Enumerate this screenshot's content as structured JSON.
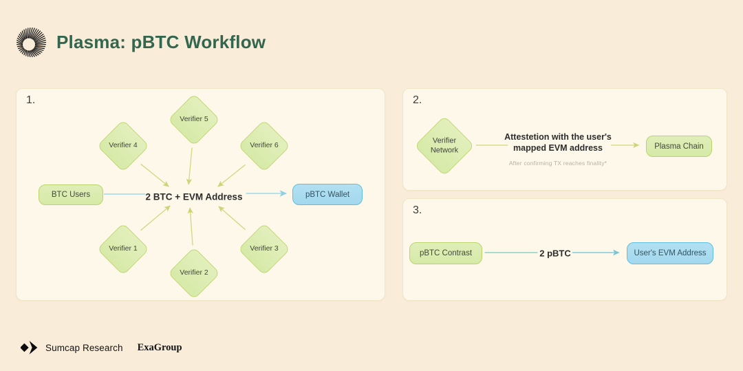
{
  "header": {
    "title": "Plasma: pBTC Workflow"
  },
  "panel1": {
    "label": "1.",
    "verifiers": [
      "Verifier 1",
      "Verifier 2",
      "Verifier 3",
      "Verifier 4",
      "Verifier 5",
      "Verifier 6"
    ],
    "btc_users": "BTC Users",
    "center_label": "2 BTC + EVM Address",
    "pbtc_wallet": "pBTC Wallet"
  },
  "panel2": {
    "label": "2.",
    "verifier_network": "Verifier Network",
    "attestation_title": "Attestetion with the user's mapped EVM address",
    "attestation_note": "After confirming TX reaches finality*",
    "plasma_chain": "Plasma Chain"
  },
  "panel3": {
    "label": "3.",
    "pbtc_contrast": "pBTC Contrast",
    "amount": "2 pBTC",
    "users_evm_address": "User's EVM Address"
  },
  "footer": {
    "brand": "Sumcap Research",
    "partner": "ExaGroup"
  },
  "colors": {
    "page_bg": "#f9ecd9",
    "panel_bg": "#fdf8e9",
    "title_green": "#33664e",
    "node_green_fill": "#d9ecab",
    "node_green_border": "#b9d46d",
    "node_blue_fill": "#a8dcf0",
    "node_blue_border": "#5fbedd",
    "arrow_olive": "#d4d985",
    "arrow_blue": "#9fd8ea",
    "arrow_teal": "#7cc6d4",
    "note_gray": "#b5b1a4"
  }
}
